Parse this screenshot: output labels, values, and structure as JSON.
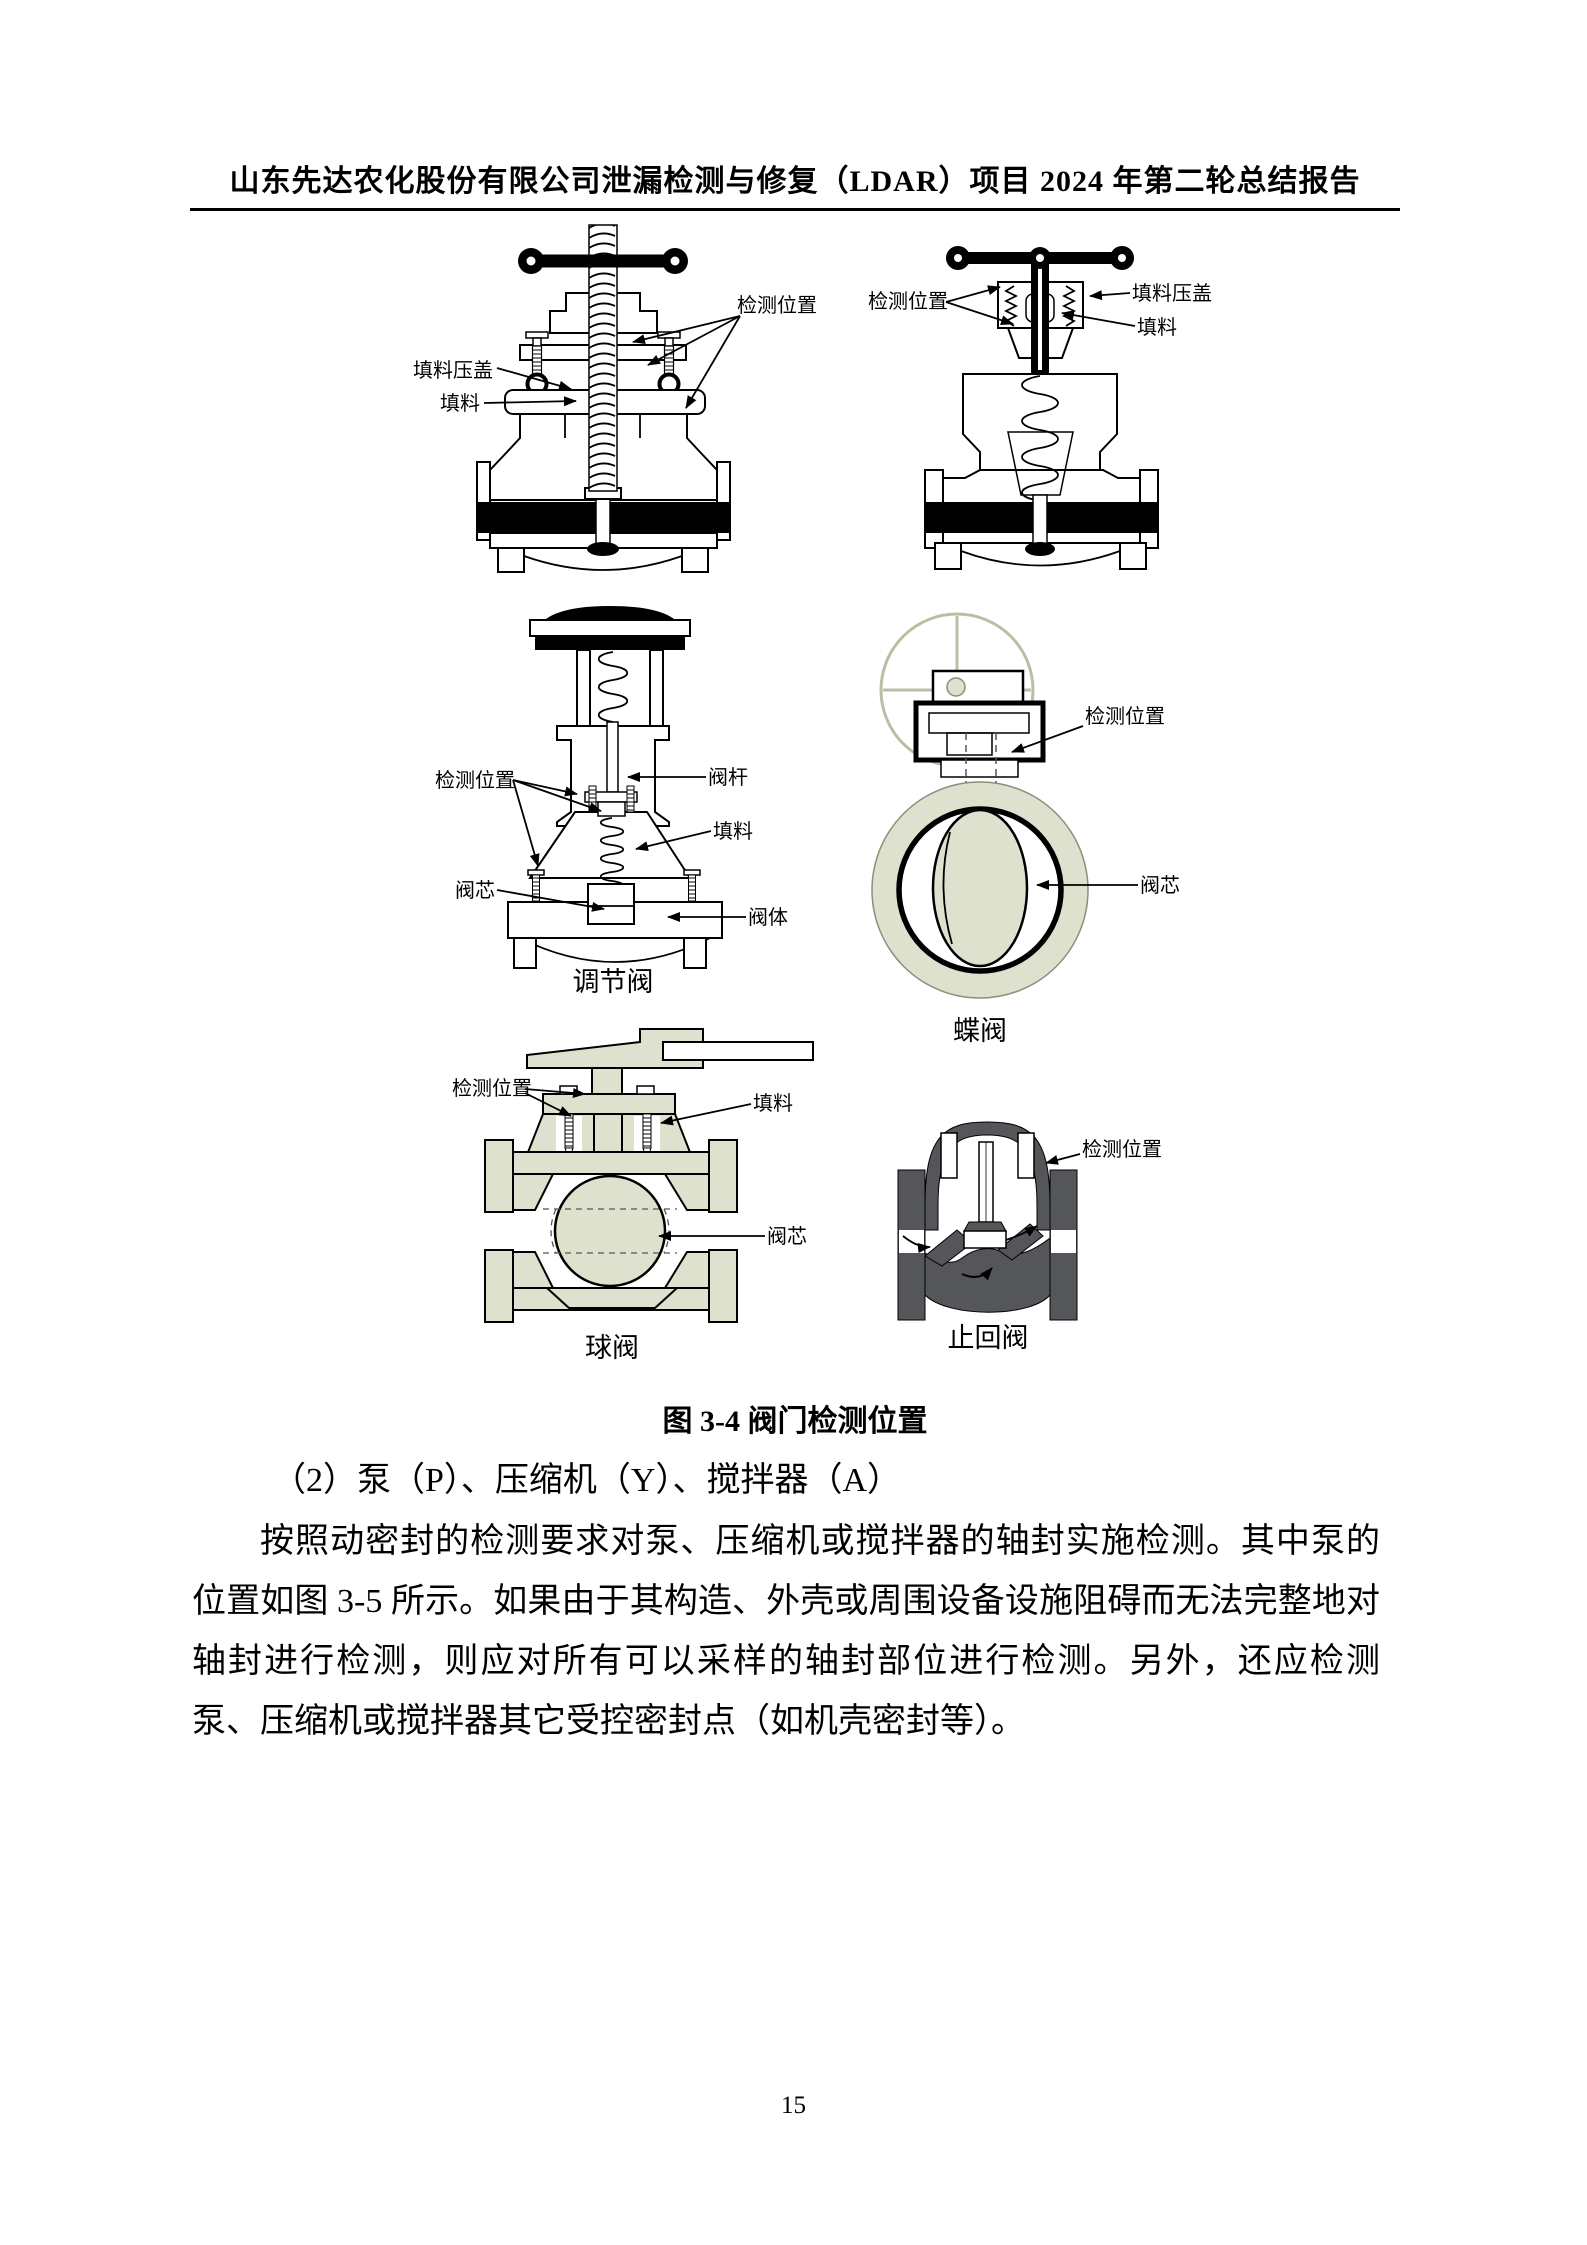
{
  "header": {
    "title": "山东先达农化股份有限公司泄漏检测与修复（LDAR）项目 2024 年第二轮总结报告"
  },
  "figure": {
    "caption": "图 3-4 阀门检测位置",
    "labels": {
      "detection_position": "检测位置",
      "packing_gland": "填料压盖",
      "packing": "填料",
      "valve_stem": "阀杆",
      "valve_core": "阀芯",
      "valve_body": "阀体"
    },
    "valve_captions": {
      "regulating": "调节阀",
      "butterfly": "蝶阀",
      "ball": "球阀",
      "check": "止回阀"
    },
    "colors": {
      "light_fill": "#dde1cd",
      "check_body": "#55565a",
      "handwheel_stroke": "#b9bfa3",
      "line_black": "#000000"
    }
  },
  "body": {
    "item": "（2）泵（P）、压缩机（Y）、搅拌器（A）",
    "paragraph": "按照动密封的检测要求对泵、压缩机或搅拌器的轴封实施检测。其中泵的位置如图 3-5 所示。如果由于其构造、外壳或周围设备设施阻碍而无法完整地对轴封进行检测，则应对所有可以采样的轴封部位进行检测。另外，还应检测泵、压缩机或搅拌器其它受控密封点（如机壳密封等）。"
  },
  "footer": {
    "page_number": "15"
  }
}
